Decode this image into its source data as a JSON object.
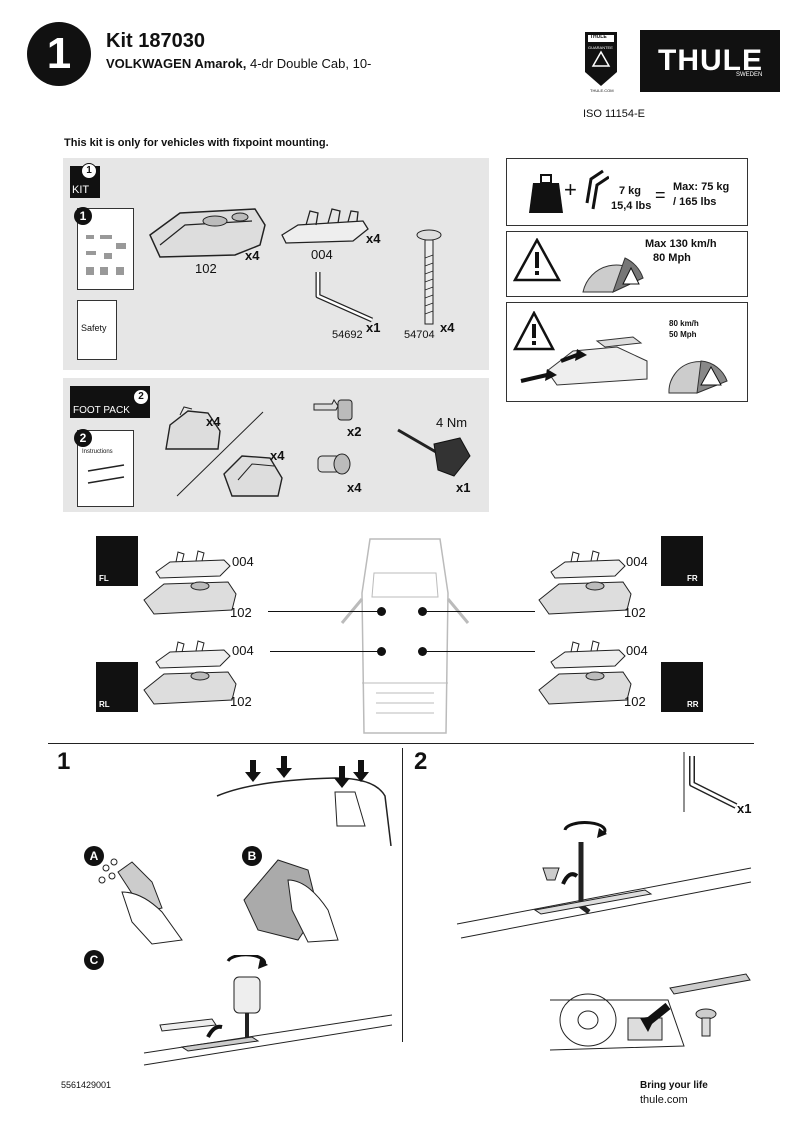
{
  "header": {
    "step_number": "1",
    "kit_title": "Kit 187030",
    "vehicle_make": "VOLKWAGEN Amarok,",
    "vehicle_body": " 4-dr Double Cab, 10-",
    "iso": "ISO 11154-E",
    "brand_logo_text": "THULE",
    "brand_logo_sub": "SWEDEN",
    "badge_top": "THULE",
    "badge_mid": "GUARANTEE",
    "badge_bottom": "THULE.COM"
  },
  "notice": "This kit is only for vehicles with fixpoint mounting.",
  "kit_panel": {
    "badge_num": "1",
    "badge_label": "KIT",
    "booklet_num": "1",
    "safety_label": "Safety",
    "part_102": "102",
    "part_102_qty": "x4",
    "part_004": "004",
    "part_004_qty": "x4",
    "part_54692": "54692",
    "part_54692_qty": "x1",
    "part_54704": "54704",
    "part_54704_qty": "x4"
  },
  "foot_panel": {
    "badge_num": "2",
    "badge_label": "FOOT PACK",
    "booklet_num": "2",
    "instructions_label": "Instructions",
    "foot_a_qty": "x4",
    "foot_b_qty": "x4",
    "key_qty": "x2",
    "lock_qty": "x4",
    "torque_label": "4 Nm",
    "tool_qty": "x1"
  },
  "load_panel": {
    "weight_kg": "7 kg",
    "weight_lbs": "15,4 lbs",
    "equals": "=",
    "max_load": "Max: 75 kg",
    "max_load_lbs": "/ 165 lbs"
  },
  "speed_panel": {
    "line1": "Max  130 km/h",
    "line2": "80 Mph"
  },
  "speed_panel2": {
    "line1": "80 km/h",
    "line2": "50 Mph"
  },
  "positions": {
    "fl": {
      "code": "FL",
      "top": "004",
      "bottom": "102"
    },
    "fr": {
      "code": "FR",
      "top": "004",
      "bottom": "102"
    },
    "rl": {
      "code": "RL",
      "top": "004",
      "bottom": "102"
    },
    "rr": {
      "code": "RR",
      "top": "004",
      "bottom": "102"
    }
  },
  "steps": {
    "step1": "1",
    "step2": "2",
    "sub_a": "A",
    "sub_b": "B",
    "sub_c": "C",
    "tool_qty": "x1"
  },
  "footer": {
    "part_number": "5561429001",
    "tagline": "Bring your life",
    "website": "thule.com"
  }
}
